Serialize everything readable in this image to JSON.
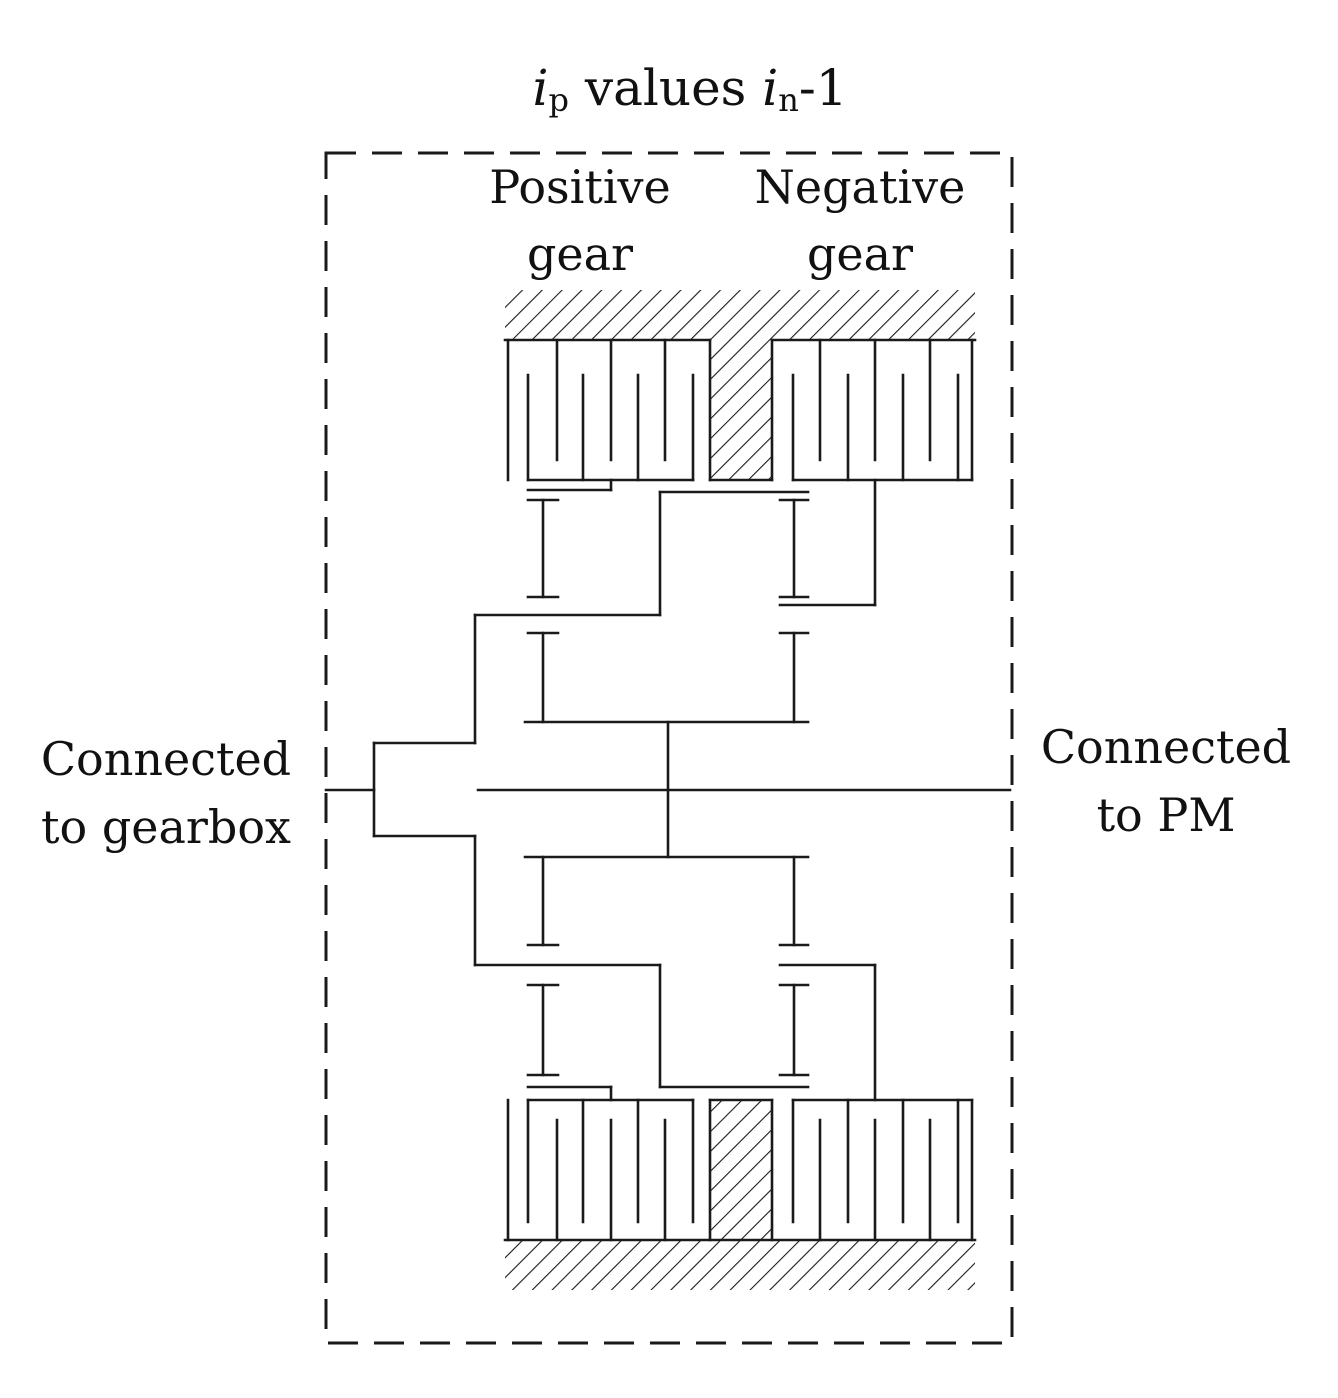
{
  "title": {
    "i_p": "i",
    "p_sub": "p",
    "values": " values ",
    "i_n": "i",
    "n_sub": "n",
    "minus_one": "-1"
  },
  "labels": {
    "positive_gear_line1": "Positive",
    "positive_gear_line2": "gear",
    "negative_gear_line1": "Negative",
    "negative_gear_line2": "gear",
    "gearbox_line1": "Connected",
    "gearbox_line2": "to gearbox",
    "pm_line1": "Connected",
    "pm_line2": "to PM"
  }
}
